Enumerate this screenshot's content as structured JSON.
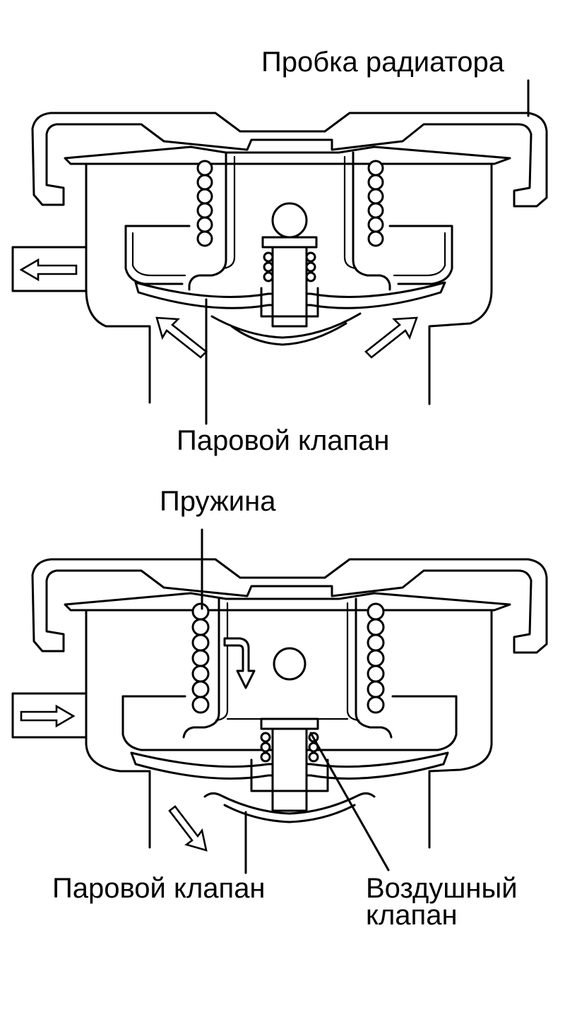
{
  "labels": {
    "radiator_cap": "Пробка радиатора",
    "steam_valve_top": "Паровой клапан",
    "spring": "Пружина",
    "steam_valve_bottom": "Паровой клапан",
    "air_valve_line1": "Воздушный",
    "air_valve_line2": "клапан"
  }
}
